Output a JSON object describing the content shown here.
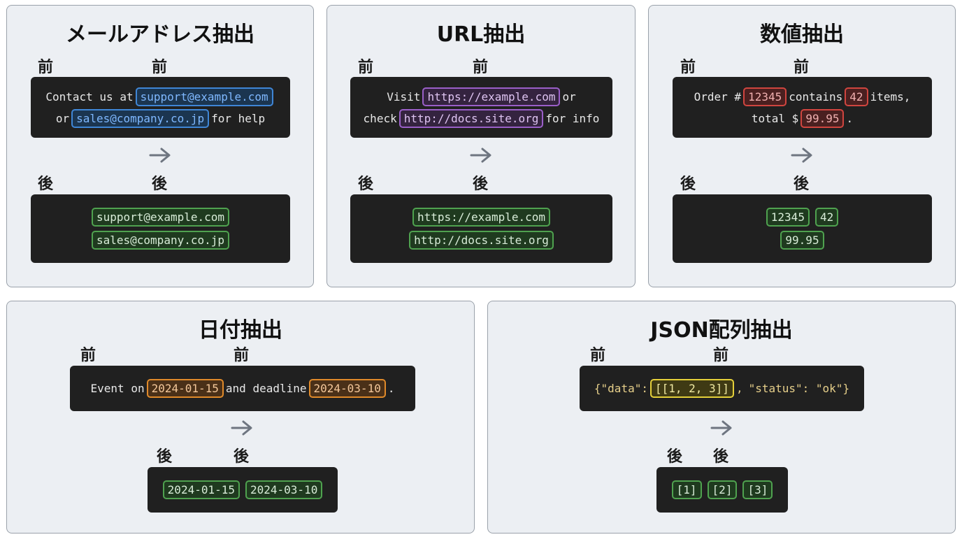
{
  "labels": {
    "before": "前",
    "after": "後"
  },
  "panels": {
    "email": {
      "title": "メールアドレス抽出",
      "input_parts": {
        "l1_a": "Contact us at",
        "l1_h": "support@example.com",
        "l2_a": "or",
        "l2_h": "sales@company.co.jp",
        "l2_b": "for help"
      },
      "results": [
        "support@example.com",
        "sales@company.co.jp"
      ]
    },
    "url": {
      "title": "URL抽出",
      "input_parts": {
        "l1_a": "Visit",
        "l1_h": "https://example.com",
        "l1_b": "or",
        "l2_a": "check",
        "l2_h": "http://docs.site.org",
        "l2_b": "for info"
      },
      "results": [
        "https://example.com",
        "http://docs.site.org"
      ]
    },
    "number": {
      "title": "数値抽出",
      "input_parts": {
        "l1_a": "Order #",
        "l1_h1": "12345",
        "l1_b": "contains",
        "l1_h2": "42",
        "l1_c": "items,",
        "l2_a": "total $",
        "l2_h": "99.95",
        "l2_b": "."
      },
      "results": [
        "12345",
        "42",
        "99.95"
      ]
    },
    "date": {
      "title": "日付抽出",
      "input_parts": {
        "a": "Event on",
        "h1": "2024-01-15",
        "b": "and deadline",
        "h2": "2024-03-10",
        "c": "."
      },
      "results": [
        "2024-01-15",
        "2024-03-10"
      ]
    },
    "json": {
      "title": "JSON配列抽出",
      "input_parts": {
        "a": "{\"data\":",
        "h": "[[1, 2, 3]]",
        "b": ",",
        "c": "\"status\": \"ok\"}"
      },
      "results": [
        "[1]",
        "[2]",
        "[3]"
      ]
    }
  }
}
